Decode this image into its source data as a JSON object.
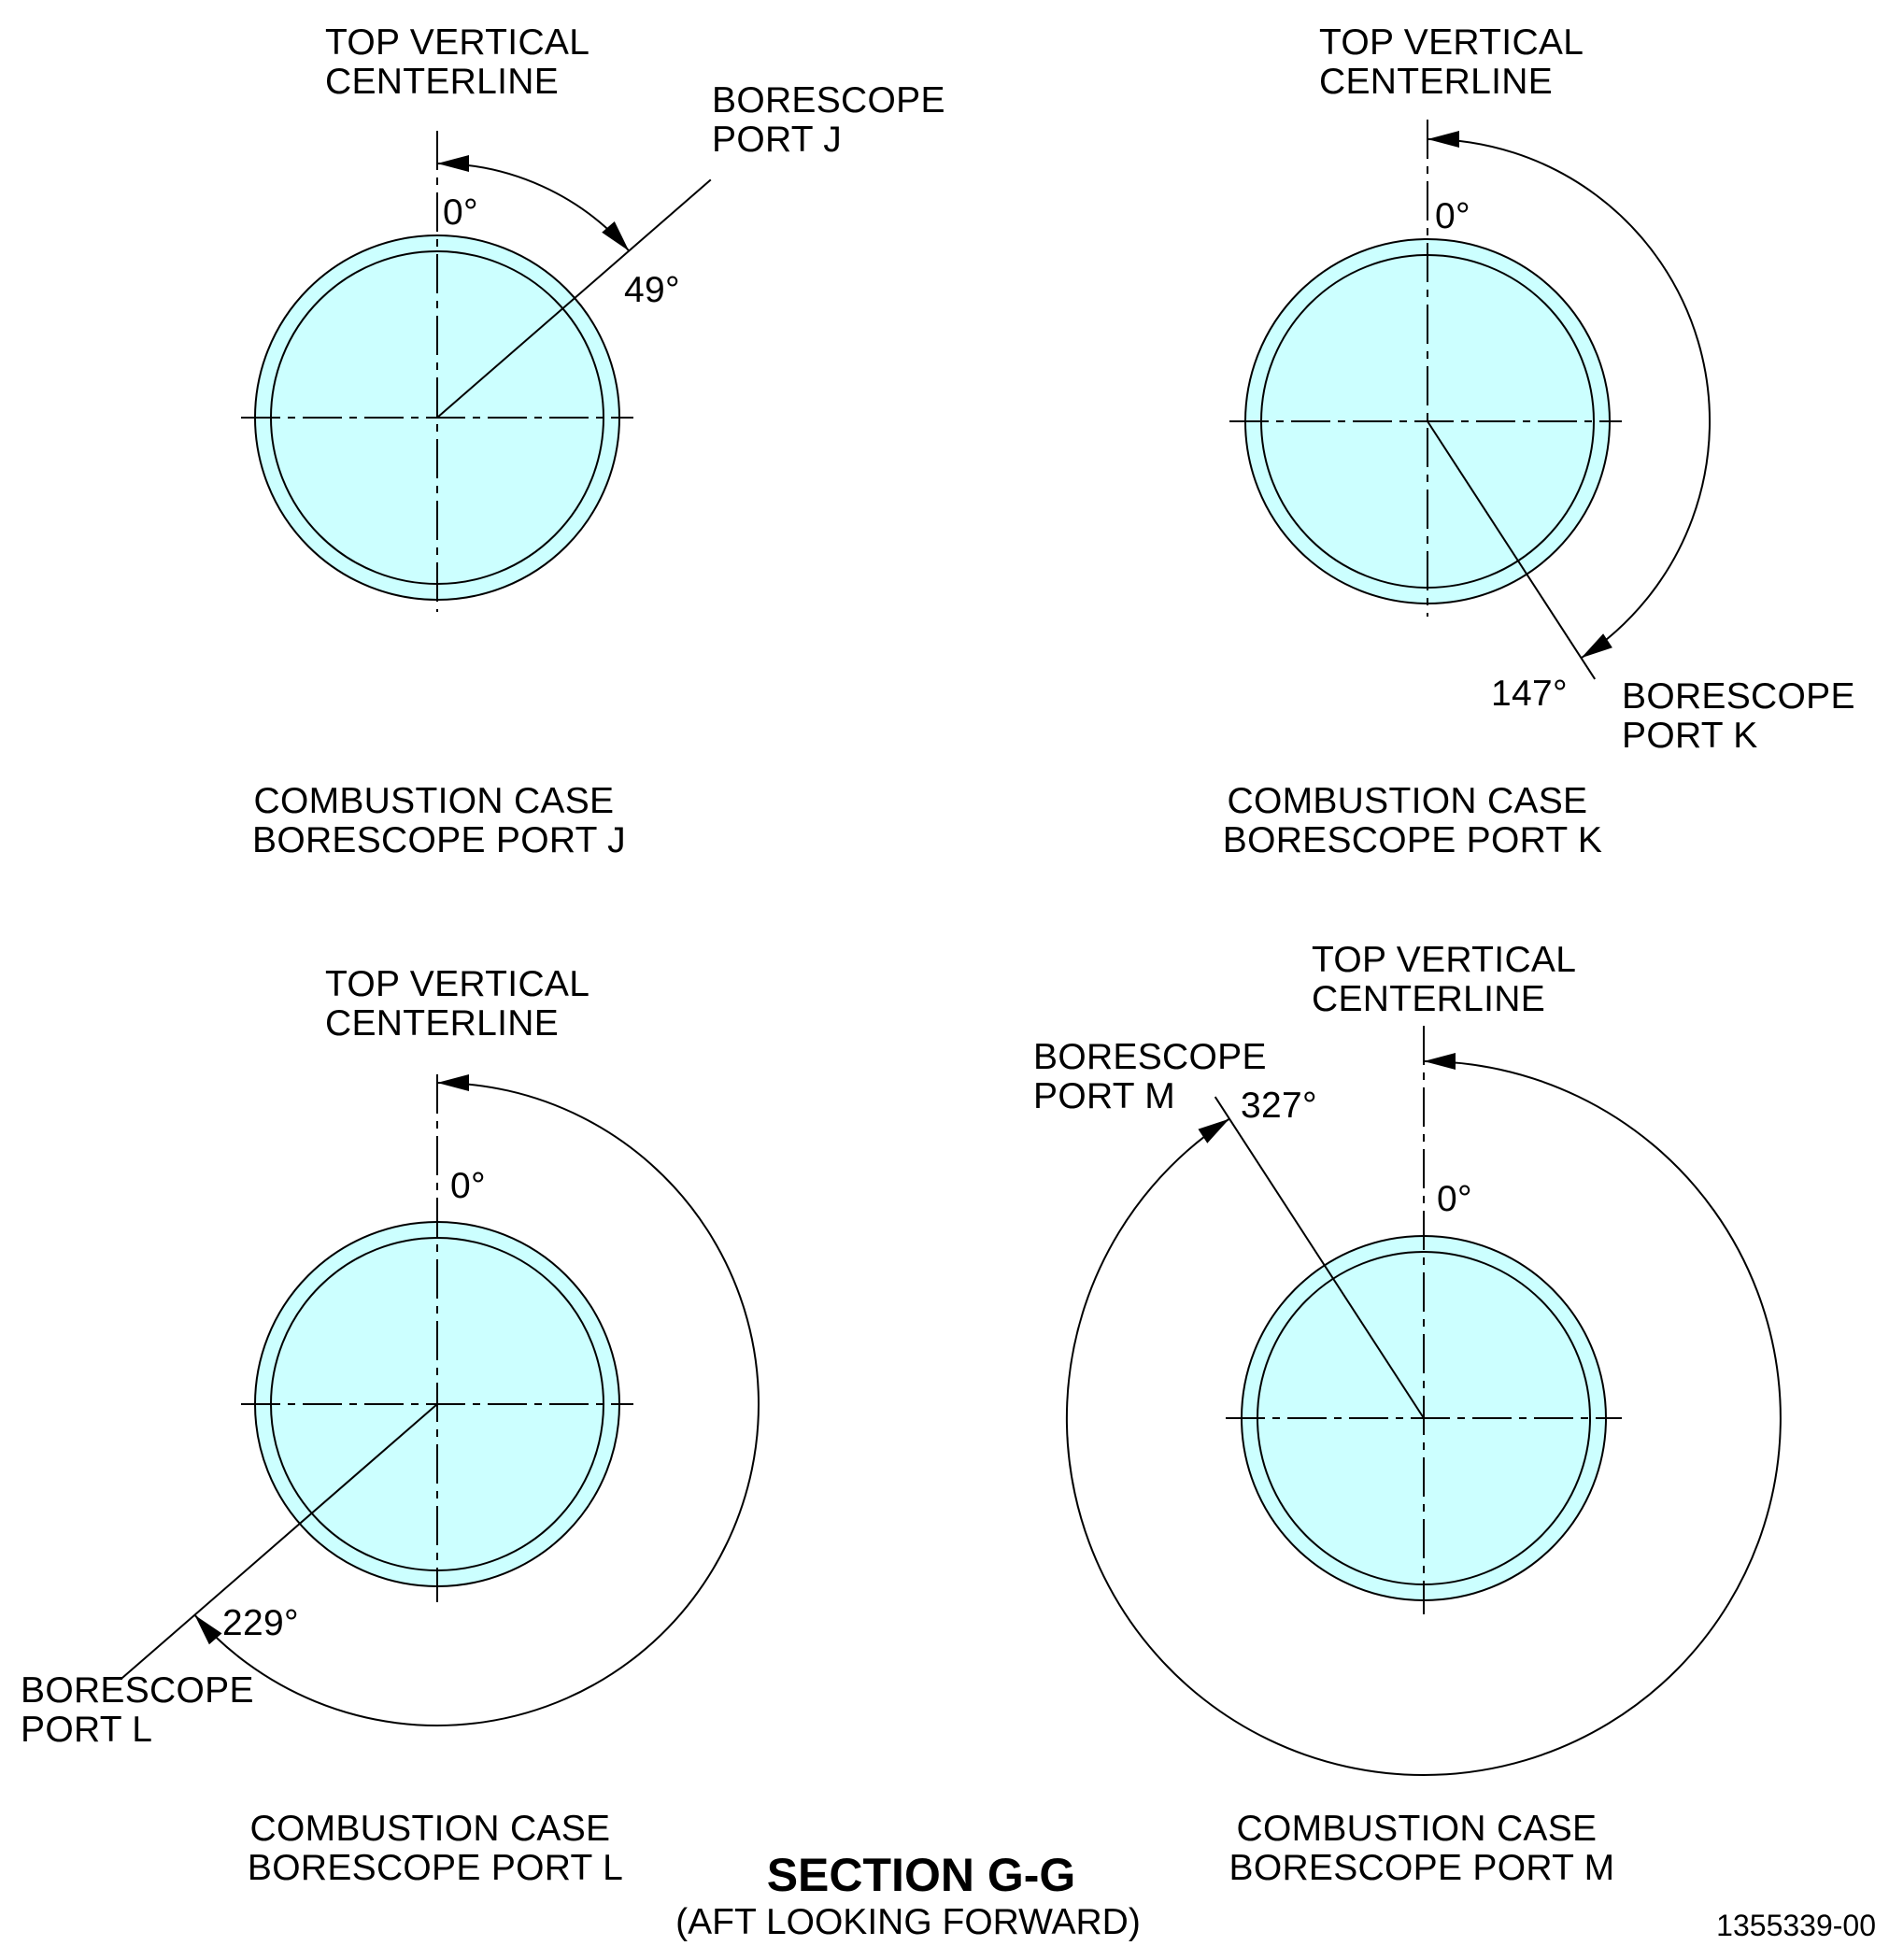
{
  "colors": {
    "case_fill": "#ccffff",
    "line": "#000000"
  },
  "views": [
    {
      "id": "j",
      "top_label": [
        "TOP VERTICAL",
        "CENTERLINE"
      ],
      "zero_label": "0°",
      "port_label": [
        "BORESCOPE",
        "PORT J"
      ],
      "angle_deg": 49,
      "angle_label": "49°",
      "caption": [
        "COMBUSTION CASE",
        "BORESCOPE PORT J"
      ]
    },
    {
      "id": "k",
      "top_label": [
        "TOP VERTICAL",
        "CENTERLINE"
      ],
      "zero_label": "0°",
      "port_label": [
        "BORESCOPE",
        "PORT K"
      ],
      "angle_deg": 147,
      "angle_label": "147°",
      "caption": [
        "COMBUSTION CASE",
        "BORESCOPE PORT K"
      ]
    },
    {
      "id": "l",
      "top_label": [
        "TOP VERTICAL",
        "CENTERLINE"
      ],
      "zero_label": "0°",
      "port_label": [
        "BORESCOPE",
        "PORT L"
      ],
      "angle_deg": 229,
      "angle_label": "229°",
      "caption": [
        "COMBUSTION CASE",
        "BORESCOPE PORT L"
      ]
    },
    {
      "id": "m",
      "top_label": [
        "TOP VERTICAL",
        "CENTERLINE"
      ],
      "zero_label": "0°",
      "port_label": [
        "BORESCOPE",
        "PORT M"
      ],
      "angle_deg": 327,
      "angle_label": "327°",
      "caption": [
        "COMBUSTION CASE",
        "BORESCOPE PORT M"
      ]
    }
  ],
  "section": {
    "title": "SECTION G-G",
    "subtitle": "(AFT LOOKING FORWARD)"
  },
  "document_number": "1355339-00"
}
